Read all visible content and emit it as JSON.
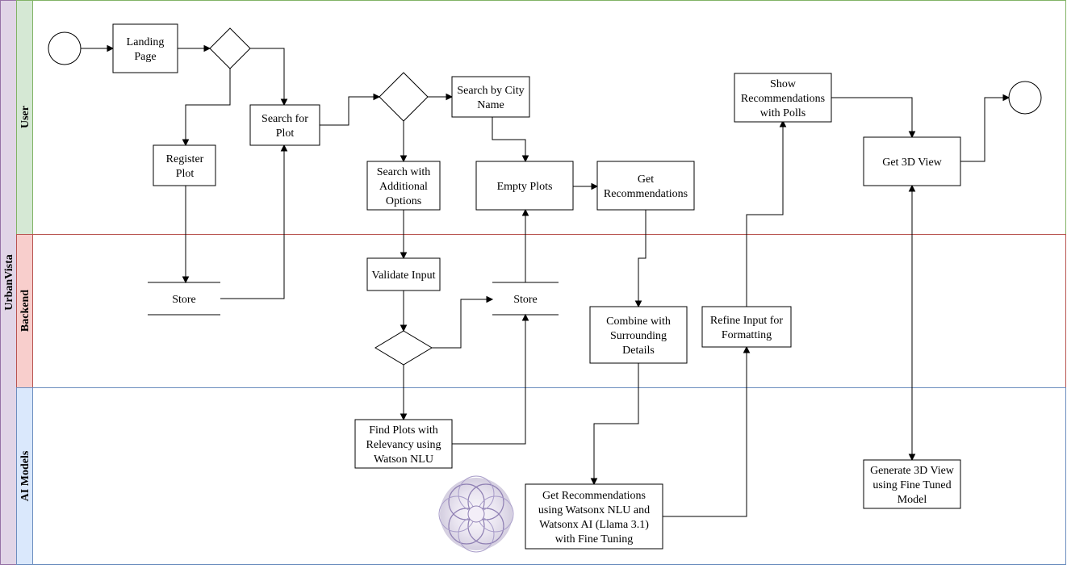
{
  "pool": {
    "title": "UrbanVista"
  },
  "lanes": [
    {
      "id": "user",
      "label": "User",
      "color": "#d5e8d4",
      "border": "#82b366"
    },
    {
      "id": "backend",
      "label": "Backend",
      "color": "#f8cecc",
      "border": "#b85450"
    },
    {
      "id": "ai",
      "label": "AI Models",
      "color": "#dae8fc",
      "border": "#6c8ebf"
    }
  ],
  "pool_colors": {
    "fill": "#e1d5e7",
    "border": "#9673a6"
  },
  "nodes": {
    "landing_page": [
      "Landing",
      "Page"
    ],
    "register_plot": [
      "Register",
      "Plot"
    ],
    "search_for_plot": [
      "Search for",
      "Plot"
    ],
    "search_by_city": [
      "Search by City",
      "Name"
    ],
    "search_additional": [
      "Search with",
      "Additional",
      "Options"
    ],
    "empty_plots": [
      "Empty Plots"
    ],
    "get_recommendations": [
      "Get",
      "Recommendations"
    ],
    "show_recommendations": [
      "Show",
      "Recommendations",
      "with Polls"
    ],
    "get_3d_view": [
      "Get 3D View"
    ],
    "store_1": [
      "Store"
    ],
    "validate_input": [
      "Validate Input"
    ],
    "store_2": [
      "Store"
    ],
    "combine_surrounding": [
      "Combine with",
      "Surrounding",
      "Details"
    ],
    "refine_input": [
      "Refine Input for",
      "Formatting"
    ],
    "find_plots": [
      "Find Plots with",
      "Relevancy using",
      "Watson NLU"
    ],
    "watsonx_recommendations": [
      "Get Recommendations",
      "using Watsonx NLU and",
      "Watsonx AI (Llama 3.1)",
      "with Fine Tuning"
    ],
    "generate_3d": [
      "Generate 3D View",
      "using Fine Tuned",
      "Model"
    ]
  },
  "decorations": [
    "ai-logo-icon"
  ]
}
